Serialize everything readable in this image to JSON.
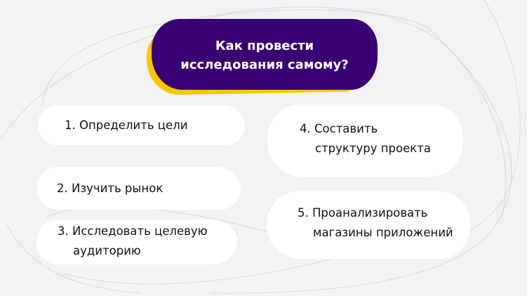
{
  "title": {
    "line1": "Как провести",
    "line2": "исследования самому?"
  },
  "colors": {
    "background": "#f2f2f2",
    "title_bg": "#3a0073",
    "title_shadow": "#f5c800",
    "pill_bg": "#ffffff",
    "text": "#111111",
    "lines": "#d6d3e6"
  },
  "steps": [
    {
      "number": "1.",
      "line1": "Определить цели",
      "line2": ""
    },
    {
      "number": "2.",
      "line1": "Изучить рынок",
      "line2": ""
    },
    {
      "number": "3.",
      "line1": "Исследовать целевую",
      "line2": "аудиторию"
    },
    {
      "number": "4.",
      "line1": "Составить",
      "line2": "структуру проекта"
    },
    {
      "number": "5.",
      "line1": "Проанализировать",
      "line2": "магазины приложений"
    }
  ]
}
